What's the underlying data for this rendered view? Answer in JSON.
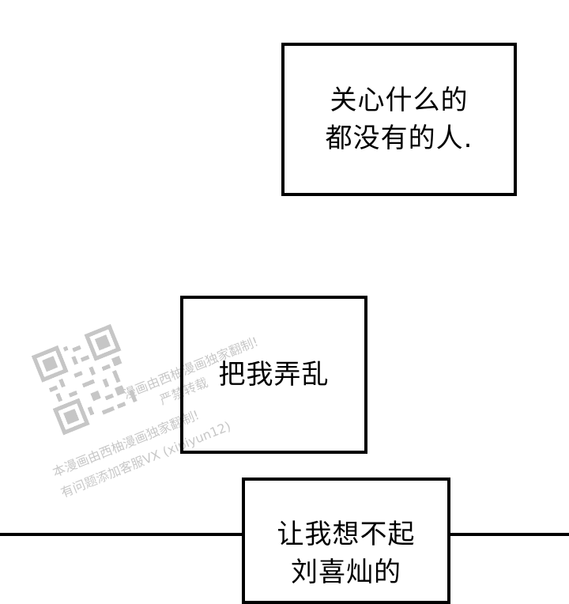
{
  "captions": [
    {
      "text": "关心什么的\n都没有的人."
    },
    {
      "text": "把我弄乱"
    },
    {
      "text": "让我想不起\n刘喜灿的"
    }
  ],
  "watermark": {
    "line1": "漫画由西柚漫画独家翻制!",
    "line2": "严禁转载",
    "line3": "本漫画由西柚漫画独家翻制!",
    "line4": "有问题添加客服VX (xipiyun12)"
  },
  "colors": {
    "background": "#ffffff",
    "ink": "#000000"
  }
}
